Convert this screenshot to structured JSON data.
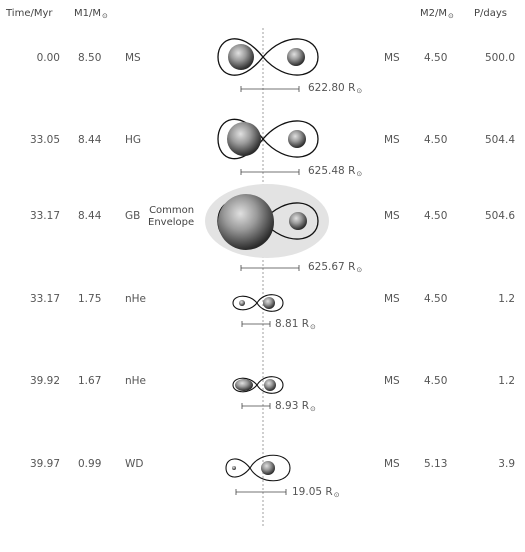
{
  "headers": {
    "time": "Time/Myr",
    "m1": "M1/M",
    "m2": "M2/M",
    "period": "P/days",
    "sun_symbol": "⊙"
  },
  "rows": [
    {
      "time": "0.00",
      "m1": "8.50",
      "type1": "MS",
      "type2": "MS",
      "m2": "4.50",
      "period": "500.0",
      "separation": "622.80 R"
    },
    {
      "time": "33.05",
      "m1": "8.44",
      "type1": "HG",
      "type2": "MS",
      "m2": "4.50",
      "period": "504.4",
      "separation": "625.48 R"
    },
    {
      "time": "33.17",
      "m1": "8.44",
      "type1": "GB",
      "type2": "MS",
      "m2": "4.50",
      "period": "504.6",
      "separation": "625.67 R"
    },
    {
      "time": "33.17",
      "m1": "1.75",
      "type1": "nHe",
      "type2": "MS",
      "m2": "4.50",
      "period": "1.2",
      "separation": "8.81 R"
    },
    {
      "time": "39.92",
      "m1": "1.67",
      "type1": "nHe",
      "type2": "MS",
      "m2": "4.50",
      "period": "1.2",
      "separation": "8.93 R"
    },
    {
      "time": "39.97",
      "m1": "0.99",
      "type1": "WD",
      "type2": "MS",
      "m2": "5.13",
      "period": "3.9",
      "separation": "19.05 R"
    }
  ],
  "common_envelope_label": "Common\nEnvelope",
  "colors": {
    "text": "#555555",
    "outline": "#111111",
    "envelope": "#e3e3e3",
    "axis": "#888888"
  }
}
